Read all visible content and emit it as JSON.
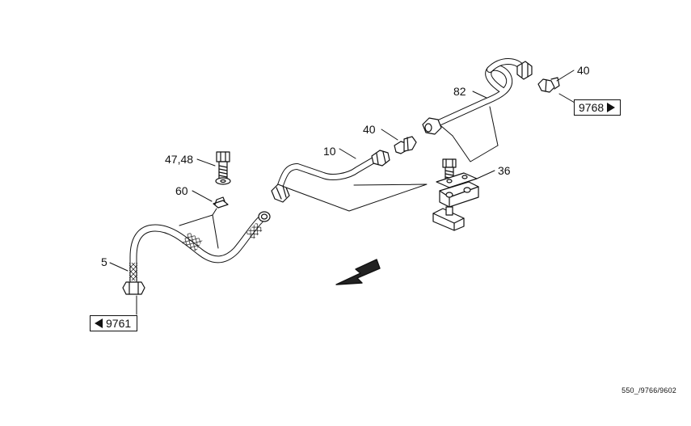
{
  "labels": {
    "p40_right": "40",
    "p82": "82",
    "p40_mid": "40",
    "p10": "10",
    "p36": "36",
    "p4748": "47,48",
    "p60": "60",
    "p5": "5"
  },
  "refs": {
    "left": "9761",
    "right": "9768"
  },
  "footer": "550_/9766/9602",
  "colors": {
    "ink": "#111111",
    "paper": "#ffffff"
  },
  "icons": [
    "arrow-left-triangle-icon",
    "arrow-right-triangle-icon",
    "direction-arrow-icon"
  ]
}
